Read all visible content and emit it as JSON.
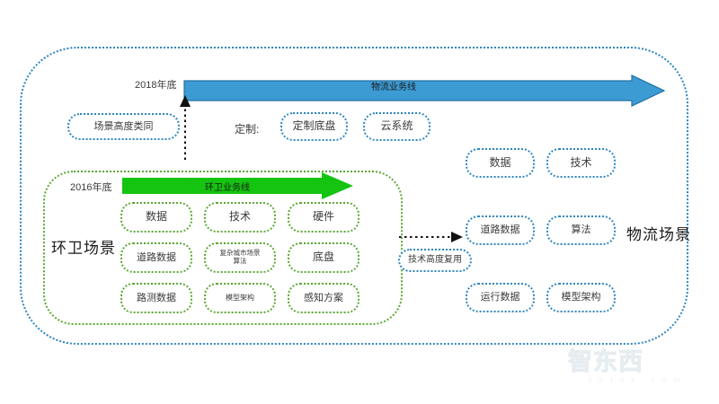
{
  "diagram": {
    "title_none": "",
    "outer_container_name": "logistics-scene-container",
    "inner_container_name": "sanitation-scene-container",
    "colors": {
      "blue": "#2e86c1",
      "blue_arrow_fill": "#3d9bd4",
      "blue_arrow_stroke": "#2170a3",
      "green": "#5aa832",
      "green_arrow_fill": "#14c410",
      "text": "#3b3b3b",
      "watermark": "#d3dde3"
    },
    "timeline": {
      "blue_year": "2018年底",
      "blue_arrow_label": "物流业务线",
      "green_year": "2016年底",
      "green_arrow_label": "环卫业务线"
    },
    "labels": {
      "similar_scene": "场景高度类同",
      "custom_prefix": "定制:",
      "tech_reuse": "技术高度复用",
      "sanitation_scene": "环卫场景",
      "logistics_scene": "物流场景"
    },
    "custom_boxes": [
      {
        "text": "定制底盘"
      },
      {
        "text": "云系统"
      }
    ],
    "sanitation_boxes": [
      {
        "text": "数据"
      },
      {
        "text": "技术"
      },
      {
        "text": "硬件"
      },
      {
        "text": "道路数据"
      },
      {
        "text_line1": "复杂城市场景",
        "text_line2": "算法"
      },
      {
        "text": "底盘"
      },
      {
        "text": "路测数据"
      },
      {
        "text": "模型架构"
      },
      {
        "text": "感知方案"
      }
    ],
    "logistics_boxes": [
      {
        "text": "数据"
      },
      {
        "text": "技术"
      },
      {
        "text": "道路数据"
      },
      {
        "text": "算法"
      },
      {
        "text": "运行数据"
      },
      {
        "text": "模型架构"
      }
    ],
    "watermark": {
      "text": "智东西",
      "sub": "z h i d x . c o m"
    }
  }
}
